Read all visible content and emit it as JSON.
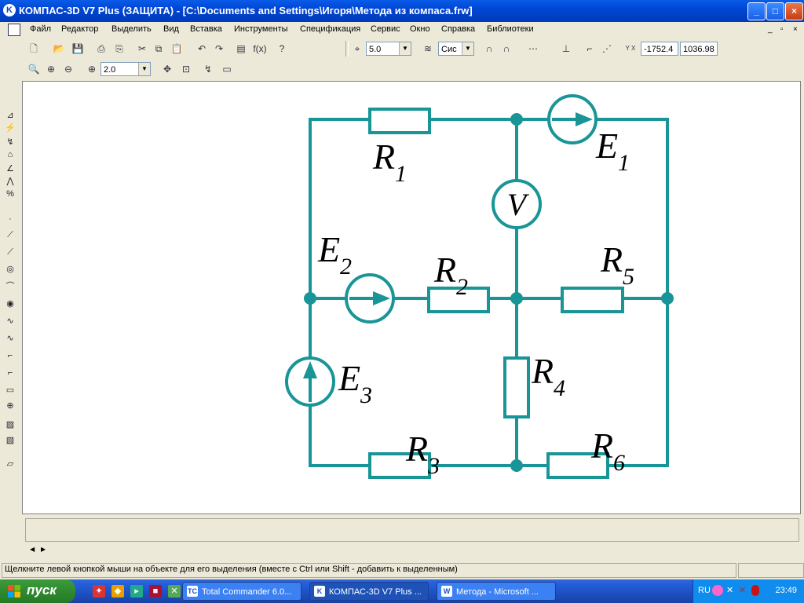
{
  "window": {
    "title": "КОМПАС-3D V7 Plus (ЗАЩИТА) - [C:\\Documents and Settings\\Игоря\\Метода из компаса.frw]",
    "app_icon": "K",
    "minimize": "_",
    "maximize": "□",
    "close": "×"
  },
  "menu": {
    "items": [
      "Файл",
      "Редактор",
      "Выделить",
      "Вид",
      "Вставка",
      "Инструменты",
      "Спецификация",
      "Сервис",
      "Окно",
      "Справка",
      "Библиотеки"
    ],
    "mdi_min": "_",
    "mdi_restore": "▫",
    "mdi_close": "×"
  },
  "toolbar": {
    "grid_step": "5.0",
    "layer_field": "Сис",
    "coord_x": "-1752.4",
    "coord_y": "1036.98",
    "zoom": "2.0",
    "fx_label": "f(x)",
    "yx_label": "Y X"
  },
  "circuit": {
    "resistors": [
      "R",
      "R",
      "R",
      "R",
      "R",
      "R"
    ],
    "resistor_subs": [
      "1",
      "2",
      "3",
      "4",
      "5",
      "6"
    ],
    "sources": [
      "E",
      "E",
      "E"
    ],
    "source_subs": [
      "1",
      "2",
      "3"
    ],
    "voltmeter": "V",
    "wire_color": "#1a9597"
  },
  "status": {
    "text": "Щелкните левой кнопкой мыши на объекте для его выделения (вместе с Ctrl или Shift - добавить к выделенным)"
  },
  "taskbar": {
    "start_label": "пуск",
    "tasks": [
      "Total Commander 6.0...",
      "КОМПАС-3D V7 Plus ...",
      "Метода - Microsoft ..."
    ],
    "lang": "RU",
    "clock": "23:49"
  },
  "panel": {
    "scroll_left": "◀",
    "scroll_right": "▶"
  }
}
